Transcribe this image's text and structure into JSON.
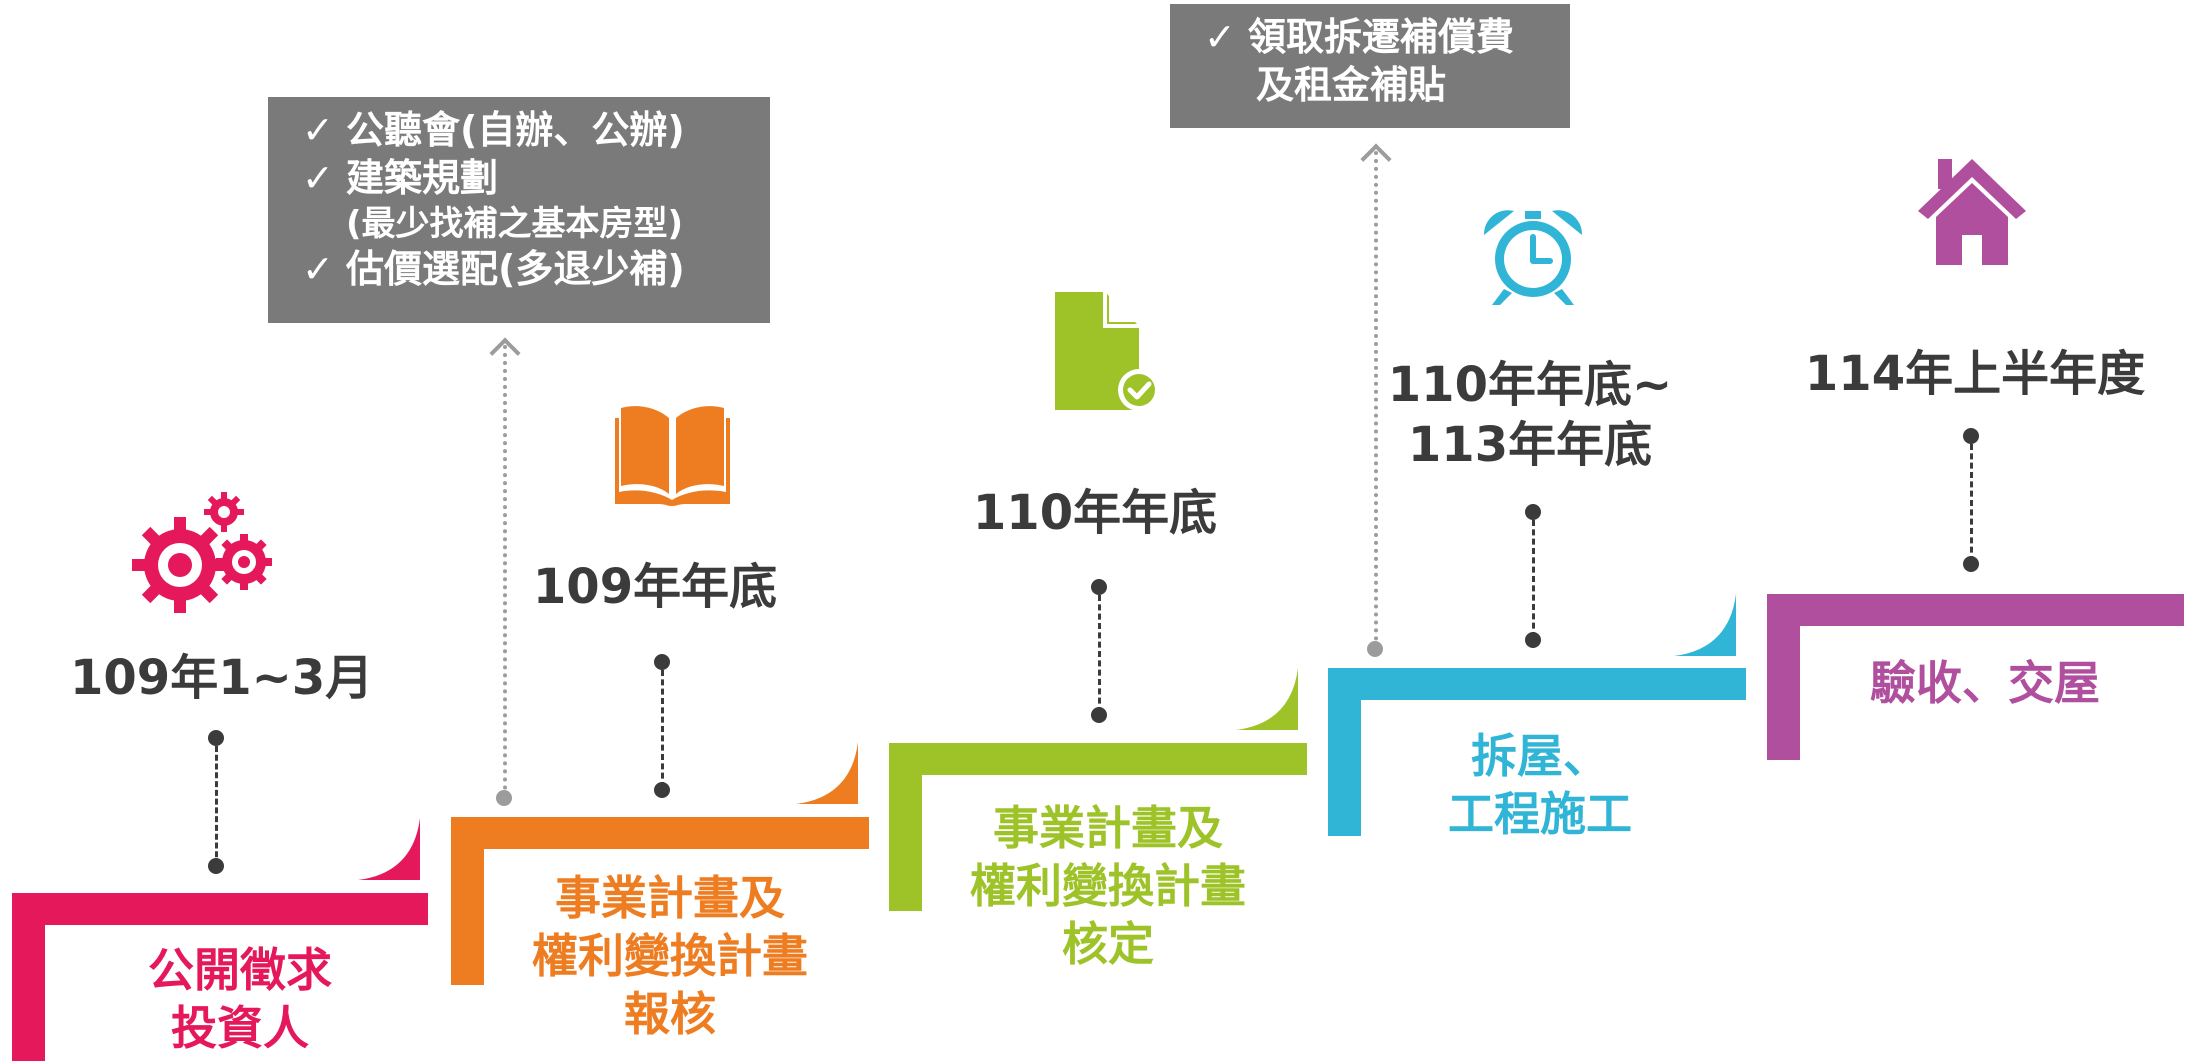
{
  "colors": {
    "stage1": "#e5185b",
    "stage2": "#ee7d22",
    "stage3": "#9dc329",
    "stage4": "#31b5d6",
    "stage5": "#b04f9e",
    "note_bg": "#7a7a7a",
    "date_text": "#3b3b3b",
    "connector": "#3b3b3b",
    "connector_muted": "#9c9c9c"
  },
  "stages": [
    {
      "date": "109年1~3月",
      "label_lines": [
        "公開徵求",
        "投資人"
      ],
      "icon": "gears-icon"
    },
    {
      "date": "109年年底",
      "label_lines": [
        "事業計畫及",
        "權利變換計畫",
        "報核"
      ],
      "icon": "open-book-icon"
    },
    {
      "date": "110年年底",
      "label_lines": [
        "事業計畫及",
        "權利變換計畫",
        "核定"
      ],
      "icon": "document-check-icon"
    },
    {
      "date_lines": [
        "110年年底~",
        "113年年底"
      ],
      "label_lines": [
        "拆屋、",
        "工程施工"
      ],
      "icon": "alarm-clock-icon"
    },
    {
      "date": "114年上半年度",
      "label_lines": [
        "驗收、交屋"
      ],
      "icon": "house-icon"
    }
  ],
  "notes": {
    "stage2": {
      "check": "✓",
      "items": [
        "公聽會(自辦、公辦)",
        "建築規劃",
        "(最少找補之基本房型)",
        "估價選配(多退少補)"
      ]
    },
    "stage4": {
      "check": "✓",
      "lines": [
        "領取拆遷補償費",
        "及租金補貼"
      ]
    }
  }
}
